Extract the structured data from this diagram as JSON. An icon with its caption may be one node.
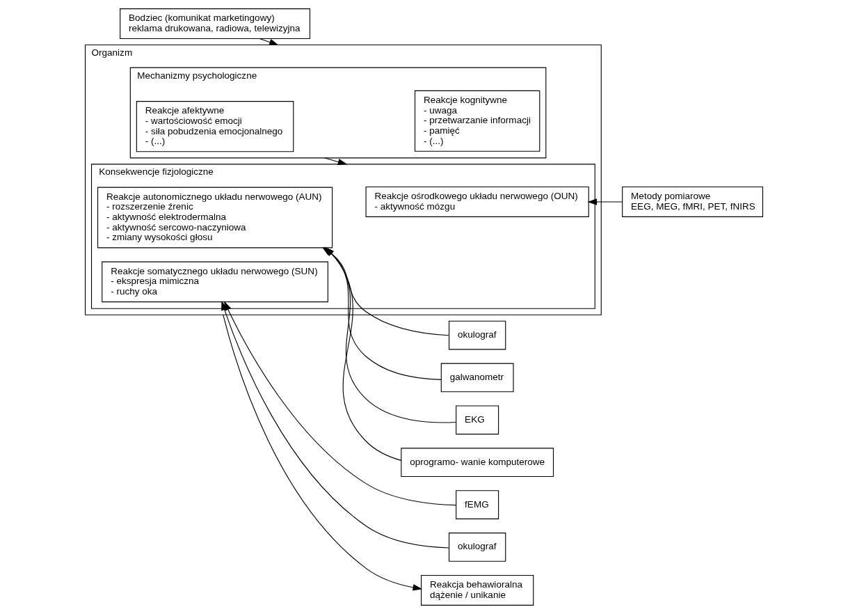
{
  "diagram": {
    "nodes": [
      {
        "text": [
          "Bodziec (komunikat marketingowy)",
          "reklama drukowana, radiowa, telewizyjna"
        ]
      },
      {
        "text": [
          "Organizm"
        ]
      },
      {
        "text": [
          "Mechanizmy psychologiczne"
        ],
        "in": 1
      },
      {
        "text": [
          "Reakcje kognitywne",
          "- uwaga",
          "- przetwarzanie informacji",
          "- pamięć",
          "- (...)"
        ],
        "in": 2
      },
      {
        "text": [
          "Reakcje afektywne",
          "- wartościowość emocji",
          "- siła pobudzenia emocjonalnego",
          "- (...)"
        ],
        "in": 2
      },
      {
        "text": [
          "Konsekwencje fizjologiczne"
        ],
        "in": 1
      },
      {
        "text": [
          "Reakcje ośrodkowego układu nerwowego (OUN)",
          "- aktywność mózgu"
        ],
        "in": 5
      },
      {
        "text": [
          "Reakcje autonomicznego układu nerwowego (AUN)",
          "- rozszerzenie źrenic",
          "- aktywność elektrodermalna",
          "- aktywność sercowo-naczyniowa",
          "- zmiany wysokości głosu"
        ],
        "in": 5
      },
      {
        "text": [
          "Reakcje somatycznego układu nerwowego (SUN)",
          "- ekspresja mimiczna",
          "- ruchy oka"
        ],
        "in": 5
      },
      {
        "text": [
          "Metody pomiarowe",
          "EEG, MEG, fMRI, PET, fNIRS"
        ]
      },
      {
        "text": [
          "okulograf"
        ]
      },
      {
        "text": [
          "galwanometr"
        ]
      },
      {
        "text": [
          "EKG"
        ]
      },
      {
        "text": [
          "oprogramo- wanie komputerowe"
        ]
      },
      {
        "text": [
          "fEMG"
        ]
      },
      {
        "text": [
          "okulograf"
        ]
      },
      {
        "text": [
          "Reakcja behawioralna",
          "dążenie / unikanie"
        ]
      }
    ],
    "edges": [
      {
        "from": 0,
        "to": 1,
        "arrow": "to"
      },
      {
        "from": 2,
        "to": 5,
        "arrow": "to"
      },
      {
        "from": 9,
        "to": 6,
        "arrow": "to"
      },
      {
        "from": 10,
        "to": 7,
        "arrow": "to"
      },
      {
        "from": 11,
        "to": 7,
        "arrow": "to"
      },
      {
        "from": 12,
        "to": 7,
        "arrow": "to"
      },
      {
        "from": 13,
        "to": 7,
        "arrow": "to"
      },
      {
        "from": 14,
        "to": 8,
        "arrow": "to"
      },
      {
        "from": 15,
        "to": 8,
        "arrow": "to"
      },
      {
        "from": 1,
        "to": 16,
        "arrow": "to"
      }
    ]
  }
}
